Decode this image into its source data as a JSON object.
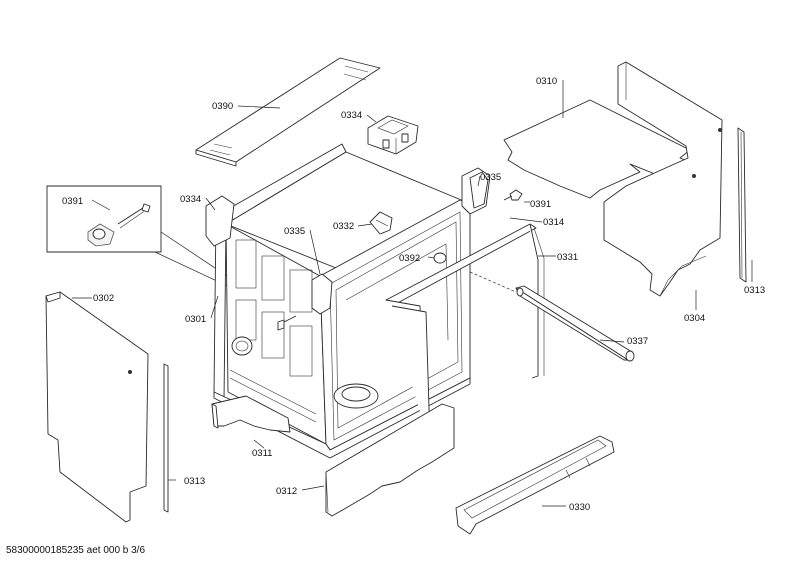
{
  "footer": {
    "code": "58300000185235 aet 000 b 3/6"
  },
  "labels": {
    "p0390": "0390",
    "p0334a": "0334",
    "p0334b": "0334",
    "p0310": "0310",
    "p0335a": "0335",
    "p0335b": "0335",
    "p0391a": "0391",
    "p0391b": "0391",
    "p0332": "0332",
    "p0314": "0314",
    "p0392": "0392",
    "p0331": "0331",
    "p0302": "0302",
    "p0301": "0301",
    "p0304": "0304",
    "p0313a": "0313",
    "p0313b": "0313",
    "p0337": "0337",
    "p0311": "0311",
    "p0312": "0312",
    "p0330": "0330"
  }
}
